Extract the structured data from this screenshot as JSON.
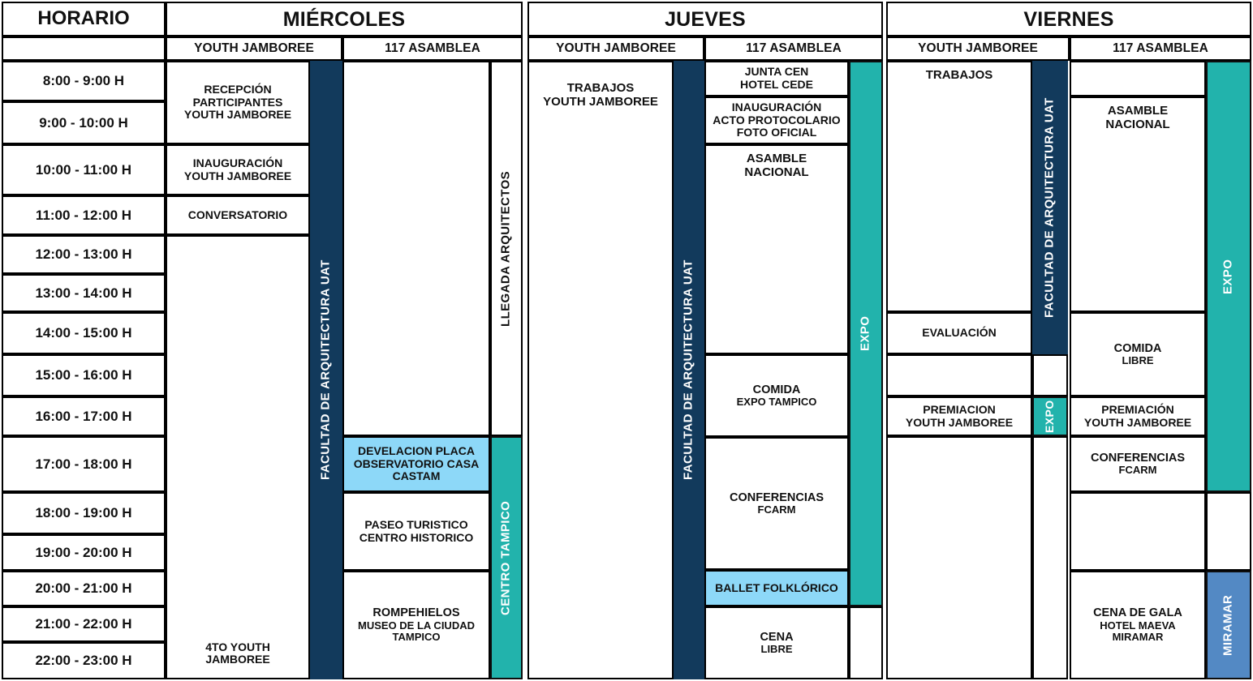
{
  "header": {
    "horario_label": "HORARIO",
    "days": [
      {
        "name": "MIÉRCOLES",
        "tracks": [
          "YOUTH JAMBOREE",
          "117 ASAMBLEA"
        ]
      },
      {
        "name": "JUEVES",
        "tracks": [
          "YOUTH JAMBOREE",
          "117 ASAMBLEA"
        ]
      },
      {
        "name": "VIERNES",
        "tracks": [
          "YOUTH JAMBOREE",
          "117 ASAMBLEA"
        ]
      }
    ]
  },
  "time_slots": [
    "8:00 - 9:00  H",
    "9:00 - 10:00 H",
    "10:00 - 11:00 H",
    "11:00 - 12:00 H",
    "12:00 - 13:00 H",
    "13:00 - 14:00 H",
    "14:00 - 15:00 H",
    "15:00 - 16:00 H",
    "16:00 - 17:00 H",
    "17:00 - 18:00 H",
    "18:00 - 19:00 H",
    "19:00 - 20:00 H",
    "20:00 - 21:00 H",
    "21:00 - 22:00 H",
    "22:00 - 23:00 H"
  ],
  "colors": {
    "navy": "#123A5C",
    "teal": "#22B3AC",
    "light_blue": "#8DD8F8",
    "miramar_blue": "#5389C4",
    "border": "#000000"
  },
  "miercoles": {
    "youth": {
      "recepcion": "RECEPCIÓN PARTICIPANTES YOUTH JAMBOREE",
      "recepcion_l1": "RECEPCIÓN",
      "recepcion_l2": "PARTICIPANTES",
      "recepcion_l3": "YOUTH JAMBOREE",
      "inauguracion_l1": "INAUGURACIÓN",
      "inauguracion_l2": "YOUTH JAMBOREE",
      "conversatorio": "CONVERSATORIO",
      "cuarto_l1": "4TO YOUTH",
      "cuarto_l2": "JAMBOREE"
    },
    "band_navy": "FACULTAD DE ARQUITECTURA UAT",
    "asamblea": {
      "develacion_l1": "DEVELACION PLACA",
      "develacion_l2": "OBSERVATORIO CASA",
      "develacion_l3": "CASTAM",
      "paseo_l1": "PASEO TURISTICO",
      "paseo_l2": "CENTRO HISTORICO",
      "rompe_l1": "ROMPEHIELOS",
      "rompe_l2": "MUSEO DE LA CIUDAD",
      "rompe_l3": "TAMPICO"
    },
    "band_llegada": "LLEGADA   ARQUITECTOS",
    "band_centro": "CENTRO TAMPICO"
  },
  "jueves": {
    "youth": {
      "trabajos_l1": "TRABAJOS",
      "trabajos_l2": "YOUTH JAMBOREE"
    },
    "band_navy": "FACULTAD DE ARQUITECTURA UAT",
    "asamblea": {
      "junta_l1": "JUNTA CEN",
      "junta_l2": "HOTEL CEDE",
      "inaug_l1": "INAUGURACIÓN",
      "inaug_l2": "ACTO PROTOCOLARIO",
      "inaug_l3": "FOTO OFICIAL",
      "asamble_l1": "ASAMBLE",
      "asamble_l2": "NACIONAL",
      "comida_l1": "COMIDA",
      "comida_l2": "EXPO TAMPICO",
      "conf_l1": "CONFERENCIAS",
      "conf_l2": "FCARM",
      "ballet": "BALLET FOLKLÓRICO",
      "cena_l1": "CENA",
      "cena_l2": "LIBRE"
    },
    "band_expo": "EXPO"
  },
  "viernes": {
    "youth": {
      "trabajos": "TRABAJOS",
      "evaluacion": "EVALUACIÓN",
      "premiacion_l1": "PREMIACION",
      "premiacion_l2": "YOUTH JAMBOREE"
    },
    "band_navy": "FACULTAD DE ARQUITECTURA UAT",
    "band_expo_small": "EXPO",
    "asamblea": {
      "asamble_l1": "ASAMBLE",
      "asamble_l2": "NACIONAL",
      "comida_l1": "COMIDA",
      "comida_l2": "LIBRE",
      "premiacion_l1": "PREMIACIÓN",
      "premiacion_l2": "YOUTH JAMBOREE",
      "conf_l1": "CONFERENCIAS",
      "conf_l2": "FCARM",
      "cena_l1": "CENA DE GALA",
      "cena_l2": "HOTEL MAEVA",
      "cena_l3": "MIRAMAR"
    },
    "band_expo": "EXPO",
    "band_miramar": "MIRAMAR"
  }
}
